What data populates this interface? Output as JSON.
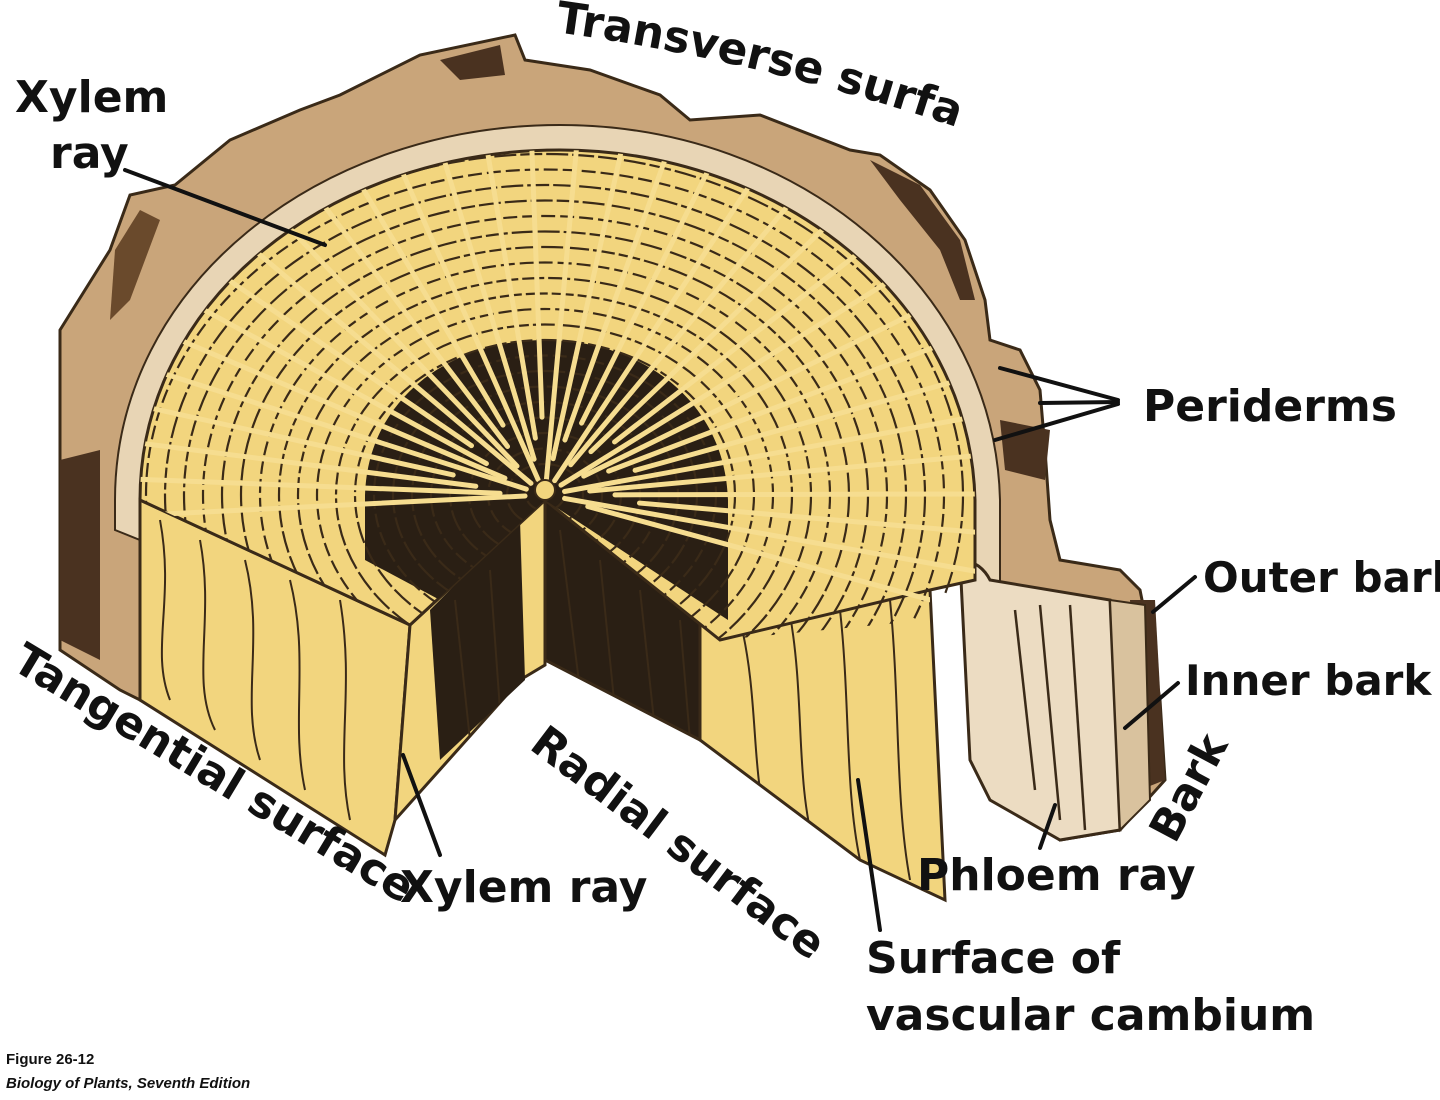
{
  "labels": {
    "xylem_ray_top_line1": "Xylem",
    "xylem_ray_top_line2": "ray",
    "transverse_surface": "Transverse surface",
    "periderms": "Periderms",
    "outer_bark": "Outer bark",
    "inner_bark": "Inner bark",
    "bark": "Bark",
    "tangential_surface": "Tangential surface",
    "xylem_ray_bottom": "Xylem  ray",
    "radial_surface": "Radial  surface",
    "phloem_ray": "Phloem ray",
    "cambium_line1": "Surface of",
    "cambium_line2": "vascular cambium"
  },
  "caption": {
    "figure": "Figure 26-12",
    "source": "Biology of Plants, Seventh Edition"
  },
  "colors": {
    "sapwood": "#f2d57e",
    "heartwood": "#2a1f14",
    "bark_outer": "#c9a57a",
    "bark_inner": "#e8d5b5",
    "bark_dark": "#4a3220",
    "ray_line": "#3a2a18",
    "label_text": "#111111"
  }
}
